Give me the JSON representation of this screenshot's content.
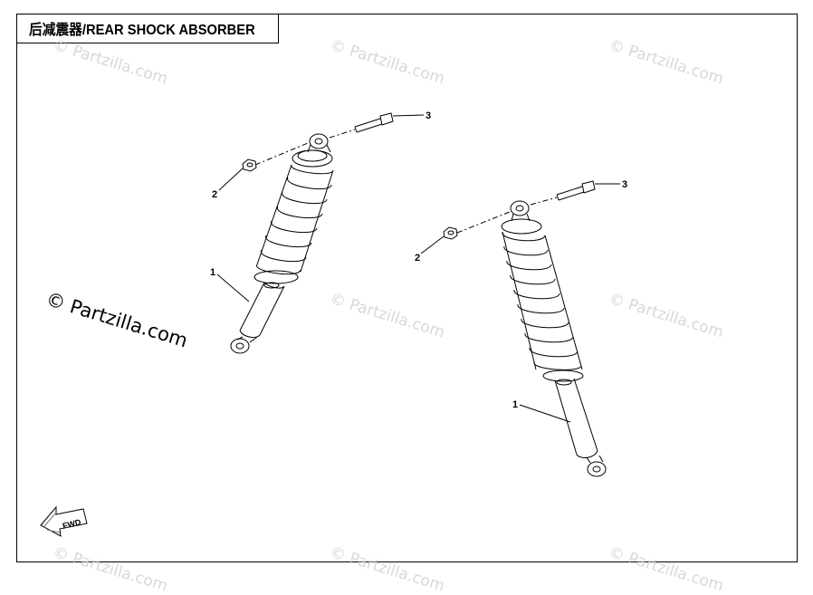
{
  "title": "后减震器/REAR SHOCK ABSORBER",
  "watermark": "© Partzilla.com",
  "callouts": {
    "shock": "1",
    "nut": "2",
    "bolt": "3"
  },
  "direction_label": "FWD",
  "colors": {
    "line": "#000000",
    "watermark": "#c8c8c8"
  }
}
